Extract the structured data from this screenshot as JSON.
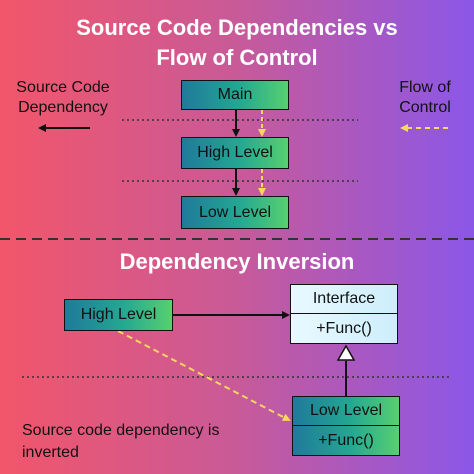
{
  "top": {
    "title_line1": "Source Code Dependencies vs",
    "title_line2": "Flow of Control",
    "left_label_line1": "Source Code",
    "left_label_line2": "Dependency",
    "right_label_line1": "Flow of",
    "right_label_line2": "Control",
    "boxes": {
      "main": "Main",
      "high": "High Level",
      "low": "Low Level"
    }
  },
  "bottom": {
    "title": "Dependency Inversion",
    "high": "High Level",
    "interface_title": "Interface",
    "interface_method": "+Func()",
    "low_title": "Low Level",
    "low_method": "+Func()",
    "note_line1": "Source code dependency is",
    "note_line2": "inverted"
  },
  "colors": {
    "flow_arrow": "#f5d85c",
    "dependency_arrow": "#111111"
  }
}
